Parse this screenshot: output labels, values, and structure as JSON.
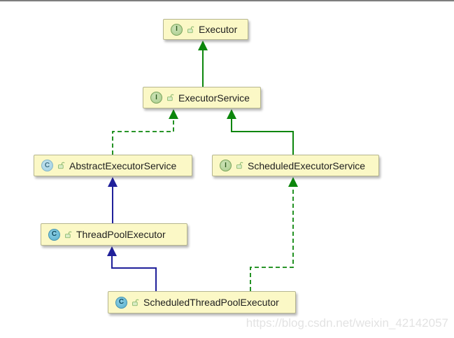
{
  "diagram": {
    "icon_letters": {
      "interface": "I",
      "class": "C"
    },
    "colors": {
      "node_fill": "#fbf8c6",
      "node_border": "#b6b68f",
      "interface_icon_green": "#a8cc8c",
      "class_icon_blue": "#5ab1cf",
      "arrow_green": "#0c860c",
      "arrow_blue": "#20209a"
    },
    "nodes": [
      {
        "label": "Executor",
        "kind": "interface",
        "visibility": "public"
      },
      {
        "label": "ExecutorService",
        "kind": "interface",
        "visibility": "public"
      },
      {
        "label": "AbstractExecutorService",
        "kind": "class",
        "abstract": true,
        "visibility": "public"
      },
      {
        "label": "ScheduledExecutorService",
        "kind": "interface",
        "visibility": "public"
      },
      {
        "label": "ThreadPoolExecutor",
        "kind": "class",
        "visibility": "public"
      },
      {
        "label": "ScheduledThreadPoolExecutor",
        "kind": "class",
        "visibility": "public"
      }
    ],
    "edges": [
      {
        "from": "ExecutorService",
        "to": "Executor",
        "relation": "extends",
        "line": "solid",
        "color": "green"
      },
      {
        "from": "AbstractExecutorService",
        "to": "ExecutorService",
        "relation": "implements",
        "line": "dashed",
        "color": "green"
      },
      {
        "from": "ScheduledExecutorService",
        "to": "ExecutorService",
        "relation": "extends",
        "line": "solid",
        "color": "green"
      },
      {
        "from": "ThreadPoolExecutor",
        "to": "AbstractExecutorService",
        "relation": "extends",
        "line": "solid",
        "color": "blue"
      },
      {
        "from": "ScheduledThreadPoolExecutor",
        "to": "ThreadPoolExecutor",
        "relation": "extends",
        "line": "solid",
        "color": "blue"
      },
      {
        "from": "ScheduledThreadPoolExecutor",
        "to": "ScheduledExecutorService",
        "relation": "implements",
        "line": "dashed",
        "color": "green"
      }
    ]
  },
  "watermark": {
    "text": "https://blog.csdn.net/weixin_42142057"
  }
}
